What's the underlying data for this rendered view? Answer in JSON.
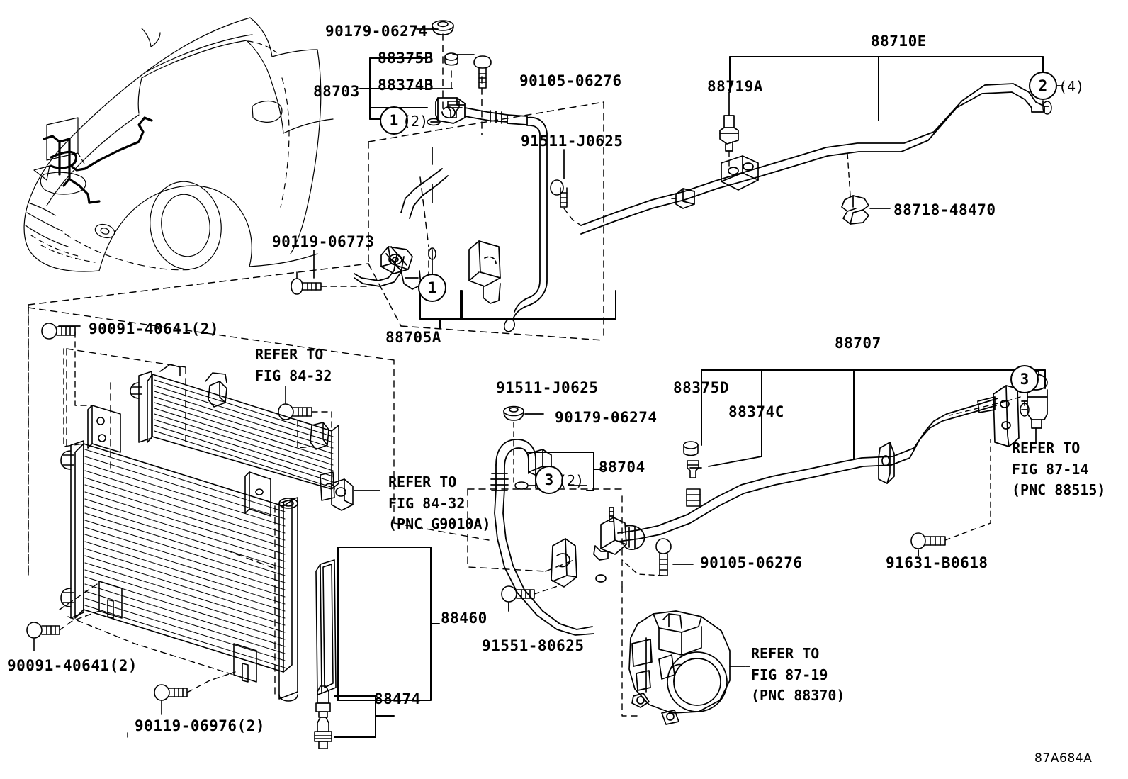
{
  "diagram": {
    "code": "87A684A",
    "title": "Heating & Air Conditioning - Cooler Piping",
    "vehicle_illustration": "front three-quarter view of crossover SUV with A/C piping highlighted"
  },
  "callouts": {
    "nut_top": "90179-06274",
    "grommet_b": "88375B",
    "clamp_b": "88374B",
    "suction_hose_assy": "88703",
    "bolt_top_right": "90105-06276",
    "clip_91511_upper": "91511-J0625",
    "bolt_90119_06773": "90119-06773",
    "discharge_hose_88705a": "88705A",
    "clip_91511_lower": "91511-J0625",
    "bolt_90091_upper": "90091-40641(2)",
    "refer_fig_84_32_top": "REFER TO\nFIG 84-32",
    "refer_fig_84_32_pnc": "REFER TO\nFIG 84-32\n(PNC G9010A)",
    "nut_90179_lower": "90179-06274",
    "hose_88704": "88704",
    "bolt_90091_lower": "90091-40641(2)",
    "bolt_90119_06976": "90119-06976(2)",
    "condenser_88460": "88460",
    "mount_cushion_88474": "88474",
    "clip_91551_80625": "91551-80625",
    "refer_fig_87_19": "REFER TO\nFIG 87-19\n(PNC 88370)",
    "pipe_88710e": "88710E",
    "pressure_switch_88719a": "88719A",
    "clamp_88718_48470": "88718-48470",
    "liquid_pipe_88707": "88707",
    "grommet_88375d": "88375D",
    "clamp_88374c": "88374C",
    "refer_fig_87_14": "REFER TO\nFIG 87-14\n(PNC 88515)",
    "bolt_91631_b0618": "91631-B0618",
    "bolt_90105_06276_lower": "90105-06276"
  },
  "oring_markers": [
    {
      "id": "circle-1-upper",
      "number": "1",
      "qty": "(2)"
    },
    {
      "id": "circle-1-lower",
      "number": "1",
      "qty": ""
    },
    {
      "id": "circle-2",
      "number": "2",
      "qty": "(4)"
    },
    {
      "id": "circle-3-hose",
      "number": "3",
      "qty": "(2)"
    },
    {
      "id": "circle-3-pipe",
      "number": "3",
      "qty": ""
    }
  ],
  "colors": {
    "line": "#000000",
    "background": "#ffffff",
    "vehicle_line": "#1a1a1a"
  }
}
